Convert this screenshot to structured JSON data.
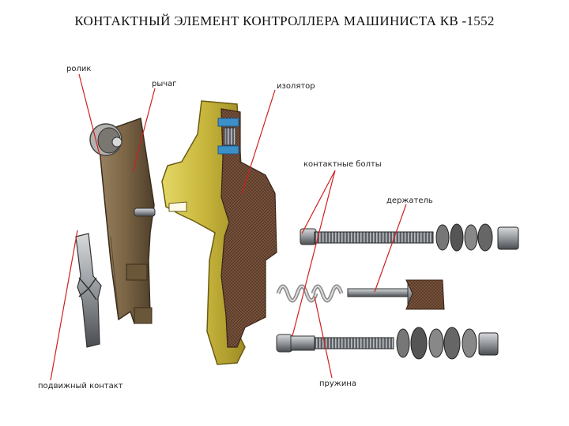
{
  "title": "КОНТАКТНЫЙ ЭЛЕМЕНТ КОНТРОЛЛЕРА МАШИНИСТА КВ -1552",
  "labels": {
    "roller": "ролик",
    "lever": "рычаг",
    "insulator": "изолятор",
    "contact_bolts": "контактные болты",
    "holder": "держатель",
    "movable_contact": "подвижный контакт",
    "spring": "пружина"
  },
  "colors": {
    "leader_line": "#d02020",
    "brass": "#c8b63c",
    "bronze": "#7a6444",
    "insulator": "#6e4a34",
    "steel": "#8e9296",
    "blue_nut": "#3d8fc8"
  }
}
